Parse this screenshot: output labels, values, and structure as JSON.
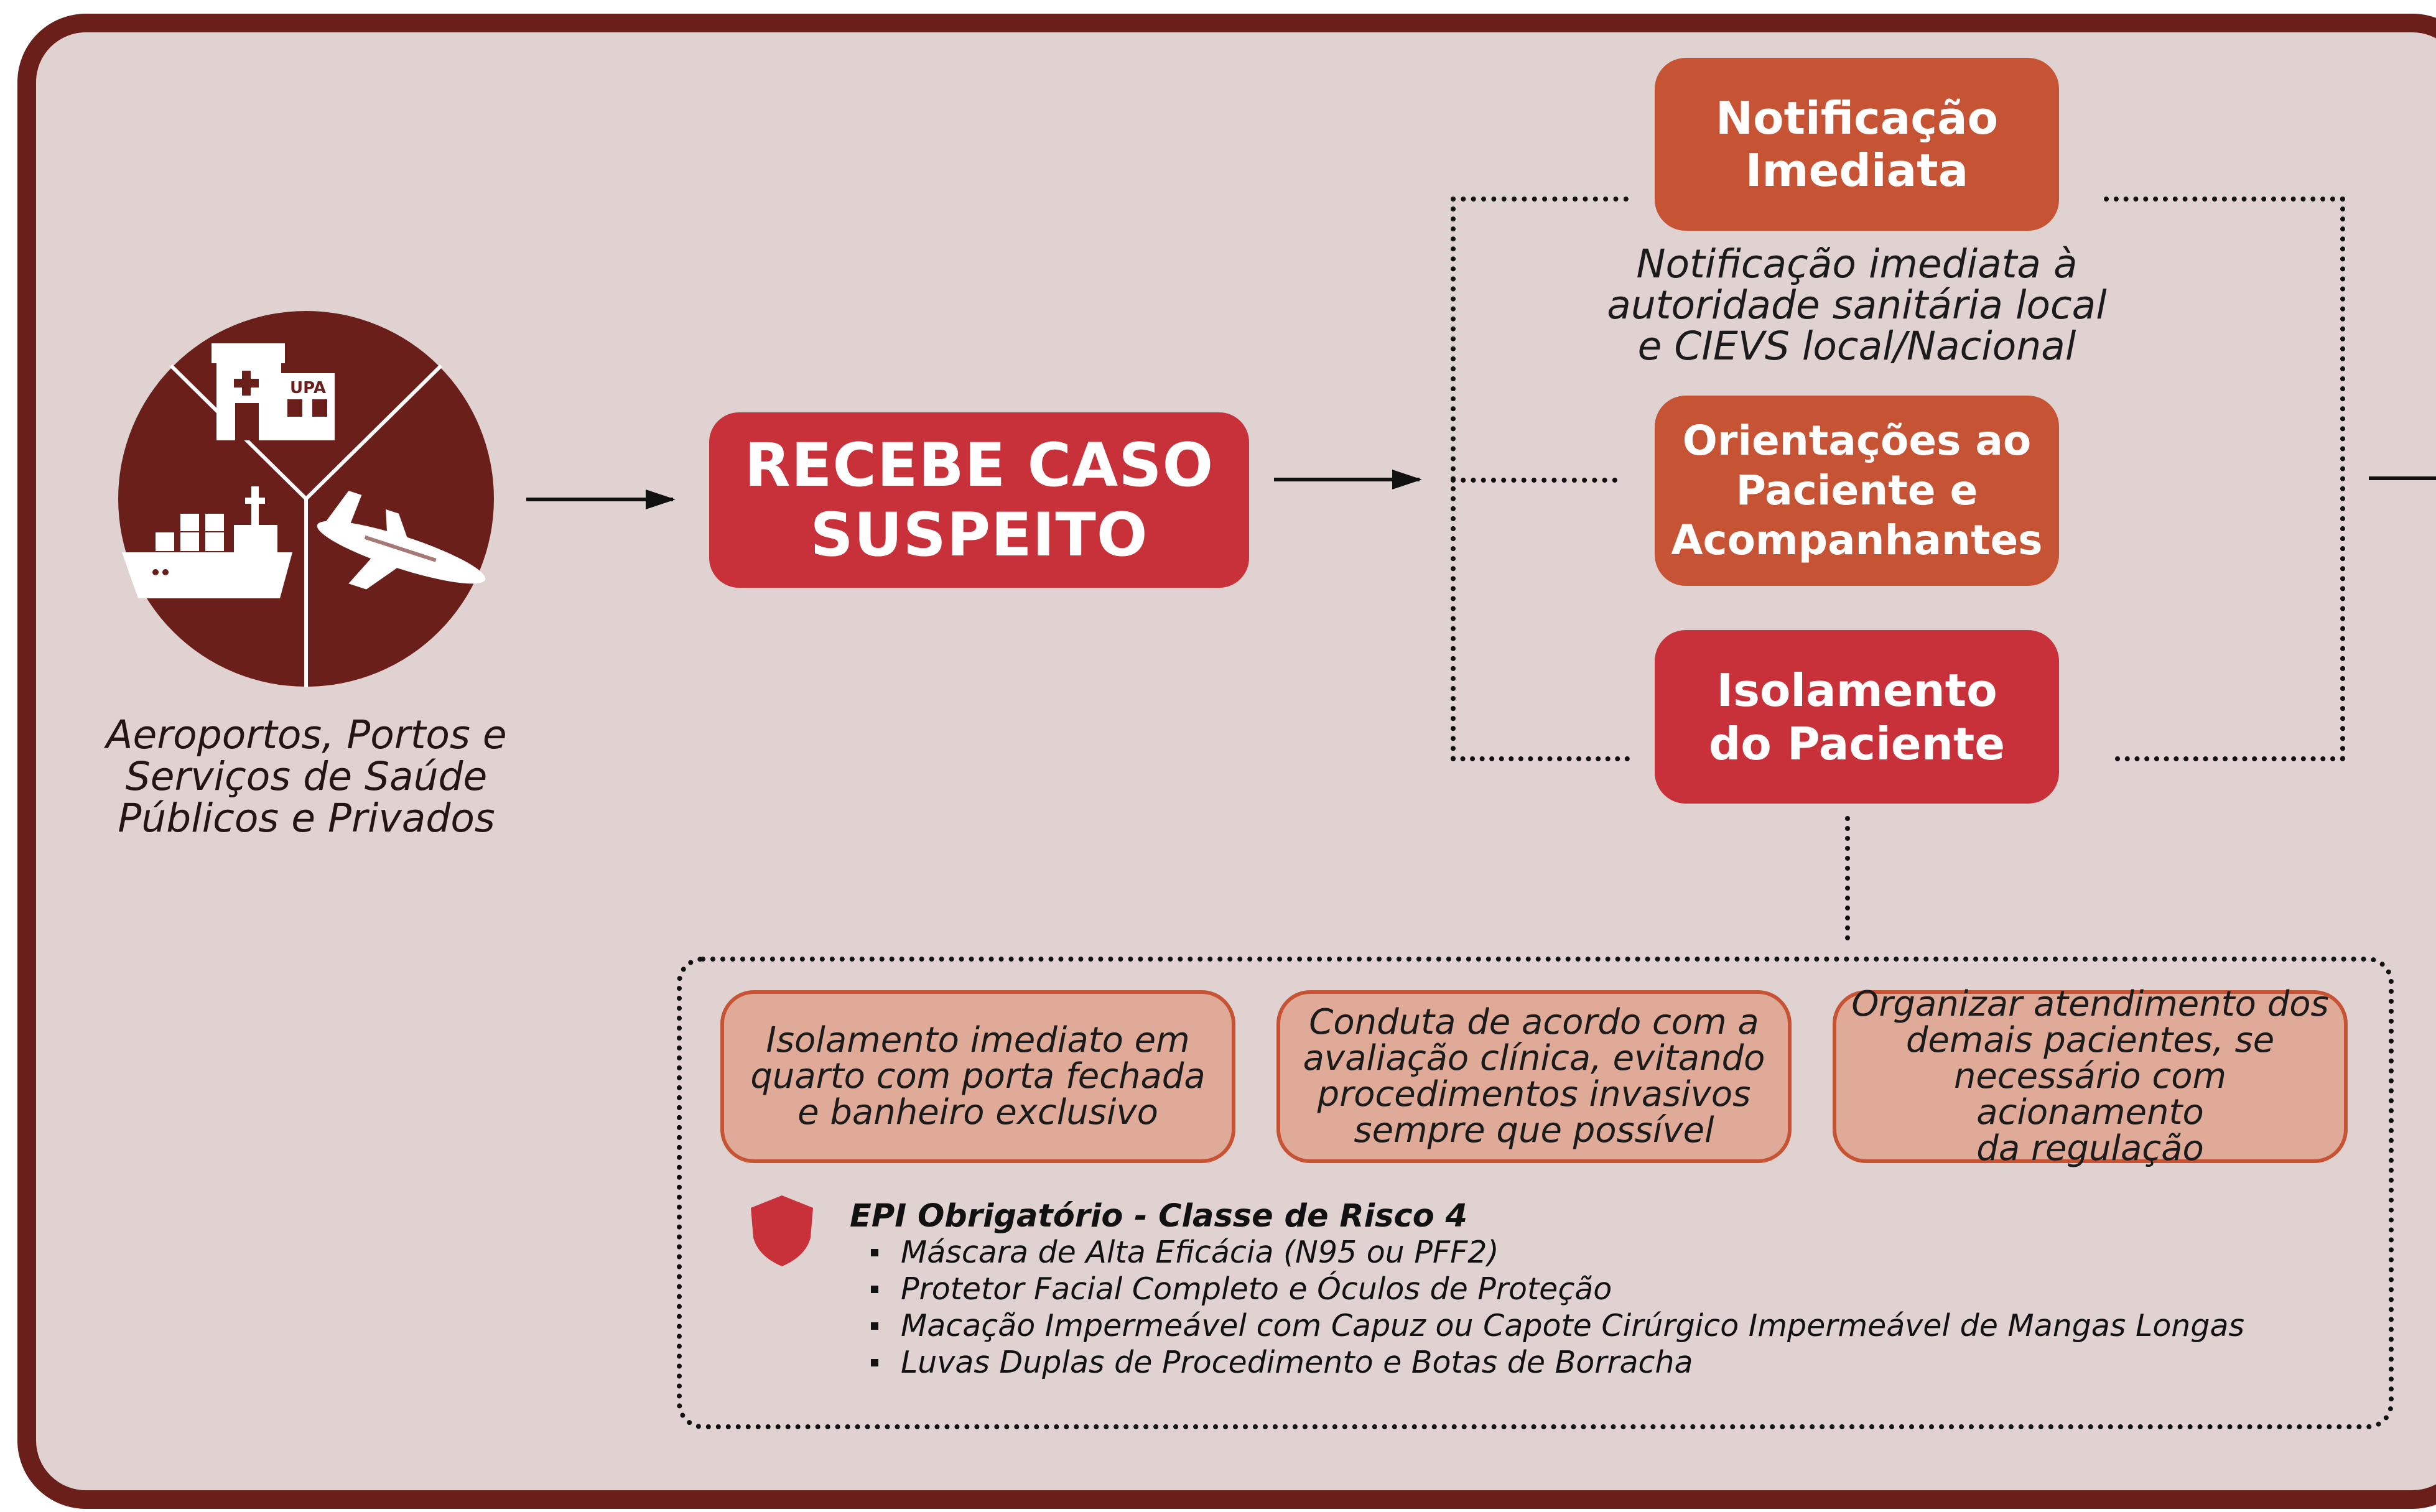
{
  "colors": {
    "frame": "#6a1f1a",
    "panel_bg": "#e0d2d0",
    "primary_red": "#c8303a",
    "orange": "#c65434",
    "detail_bg": "#dfaa97",
    "icon_dark": "#6a1f1a"
  },
  "source": {
    "icon_names": [
      "hospital-icon",
      "ship-icon",
      "airplane-icon"
    ],
    "hospital_sign": "UPA",
    "label_lines": [
      "Aeroportos, Portos e",
      "Serviços de Saúde",
      "Públicos e Privados"
    ]
  },
  "main_box": {
    "lines": [
      "RECEBE CASO",
      "SUSPEITO"
    ]
  },
  "actions": {
    "notification": {
      "title_lines": [
        "Notificação",
        "Imediata"
      ],
      "description_lines": [
        "Notificação imediata à",
        "autoridade sanitária local",
        "e CIEVS local/Nacional"
      ]
    },
    "guidance": {
      "title_lines": [
        "Orientações ao",
        "Paciente e",
        "Acompanhantes"
      ]
    },
    "isolation": {
      "title_lines": [
        "Isolamento",
        "do Paciente"
      ]
    }
  },
  "details": [
    {
      "lines": [
        "Isolamento imediato em",
        "quarto com porta fechada",
        "e banheiro exclusivo"
      ]
    },
    {
      "lines": [
        "Conduta de acordo com a",
        "avaliação clínica, evitando",
        "procedimentos invasivos",
        "sempre que possível"
      ]
    },
    {
      "lines": [
        "Organizar atendimento dos",
        "demais pacientes, se",
        "necessário com acionamento",
        "da regulação"
      ]
    }
  ],
  "epi": {
    "icon": "shield-icon",
    "title": "EPI Obrigatório - Classe de Risco 4",
    "items": [
      "Máscara de Alta Eficácia (N95 ou PFF2)",
      "Protetor Facial Completo e Óculos de Proteção",
      "Macação Impermeável com Capuz ou Capote Cirúrgico Impermeável de Mangas Longas",
      "Luvas Duplas de Procedimento e Botas de Borracha"
    ]
  }
}
